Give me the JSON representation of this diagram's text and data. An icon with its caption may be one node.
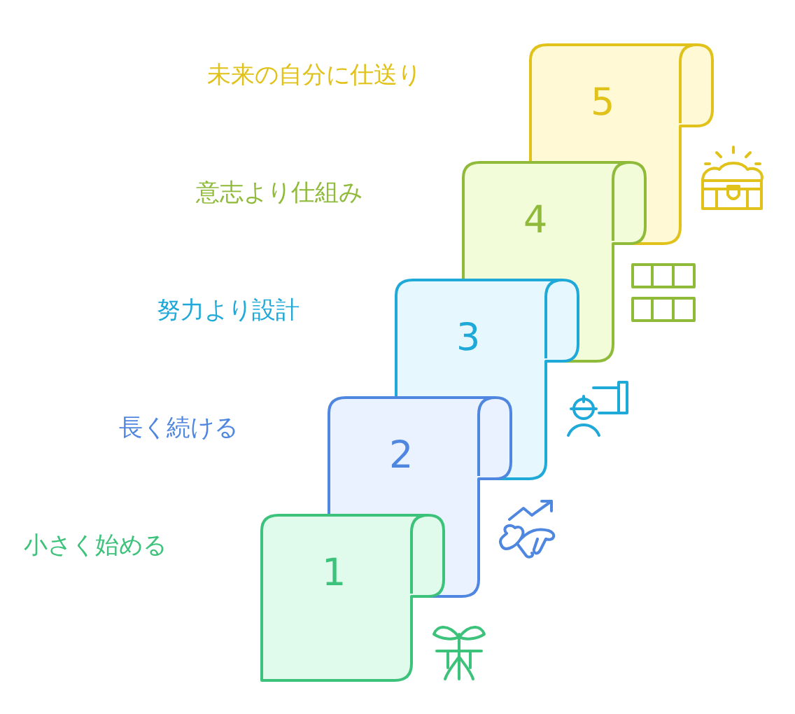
{
  "diagram": {
    "nodes": [
      {
        "text": [
          "1"
        ]
      },
      {
        "text": [
          "2"
        ]
      },
      {
        "text": [
          "3"
        ]
      },
      {
        "text": [
          "4"
        ]
      },
      {
        "text": [
          "5"
        ]
      }
    ],
    "labels": [
      "未来の自分に仕送り",
      "意志より仕組み",
      "努力より設計",
      "長く続ける",
      "小さく始める"
    ]
  }
}
